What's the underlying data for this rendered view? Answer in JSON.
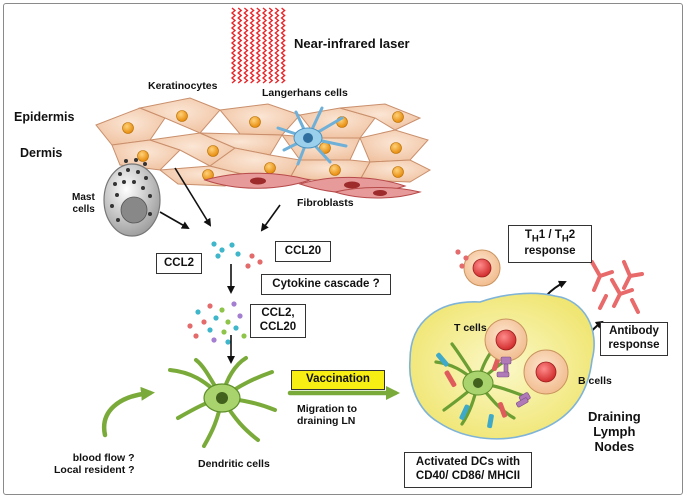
{
  "labels": {
    "laser": "Near-infrared laser",
    "keratinocytes": "Keratinocytes",
    "langerhans": "Langerhans cells",
    "epidermis": "Epidermis",
    "dermis": "Dermis",
    "mast_cells": "Mast\ncells",
    "fibroblasts": "Fibroblasts",
    "t_cells": "T cells",
    "b_cells": "B cells",
    "migration": "Migration to\ndraining LN",
    "dendritic_cells": "Dendritic cells",
    "blood_flow": "blood flow ?\nLocal resident ?",
    "draining_ln": "Draining\nLymph\nNodes"
  },
  "boxes": {
    "ccl2": "CCL2",
    "ccl20": "CCL20",
    "cytokine": "Cytokine cascade ?",
    "ccl2_ccl20": "CCL2,\nCCL20",
    "vaccination": "Vaccination",
    "th_response_main": "T",
    "th_sub1": "H",
    "th_mid": "1 / T",
    "th_sub2": "H",
    "th_end": "2",
    "th_response_line2": "response",
    "antibody": "Antibody\nresponse",
    "activated_dcs": "Activated DCs with\nCD40/ CD86/ MHCII"
  },
  "colors": {
    "laser": "#e8262a",
    "skin_cell": "#f6d3b8",
    "nucleus": "#f5a623",
    "langerhans": "#6fb0d8",
    "fibroblast": "#c9575a",
    "dc": "#8fbf4a",
    "lymph_node": "#f7f3a0",
    "arrow_green": "#7aab3a",
    "vaccination_box": "#f7ee13"
  }
}
